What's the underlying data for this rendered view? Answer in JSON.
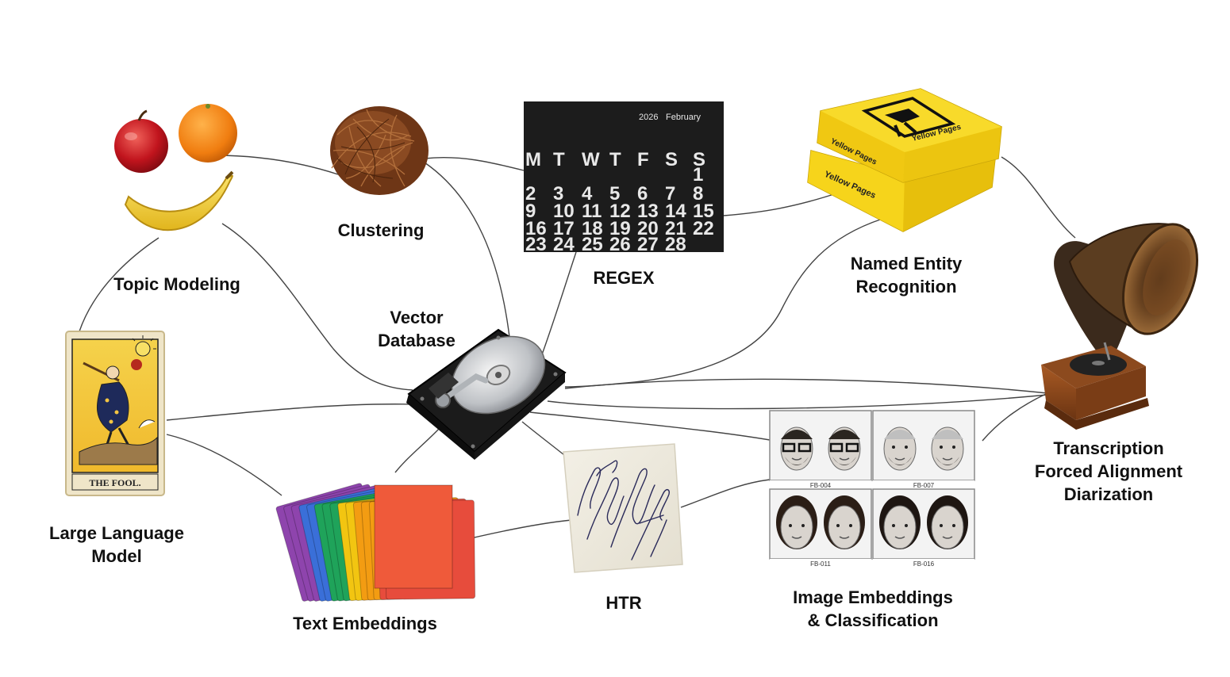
{
  "nodes": {
    "topic_modeling": {
      "label": [
        "Topic Modeling"
      ],
      "icon": "fruit-icon"
    },
    "clustering": {
      "label": [
        "Clustering"
      ],
      "icon": "hay-ball-icon"
    },
    "regex": {
      "label": [
        "REGEX"
      ],
      "icon": "calendar-icon"
    },
    "ner": {
      "label": [
        "Named Entity",
        "Recognition"
      ],
      "icon": "yellow-pages-icon"
    },
    "transcription": {
      "label": [
        "Transcription",
        "Forced Alignment",
        "Diarization"
      ],
      "icon": "gramophone-icon"
    },
    "vector_db": {
      "label": [
        "Vector",
        "Database"
      ],
      "icon": "hard-drive-icon"
    },
    "llm": {
      "label": [
        "Large Language",
        "Model"
      ],
      "icon": "tarot-card-icon"
    },
    "text_embeddings": {
      "label": [
        "Text Embeddings"
      ],
      "icon": "folders-icon"
    },
    "htr": {
      "label": [
        "HTR"
      ],
      "icon": "handwritten-note-icon"
    },
    "image_embeddings": {
      "label": [
        "Image Embeddings",
        "& Classification"
      ],
      "icon": "face-photos-icon"
    }
  },
  "calendar": {
    "year": "2026",
    "month": "February",
    "weekdays": [
      "M",
      "T",
      "W",
      "T",
      "F",
      "S",
      "S"
    ],
    "weeks": [
      [
        "",
        "",
        "",
        "",
        "",
        "",
        "1"
      ],
      [
        "2",
        "3",
        "4",
        "5",
        "6",
        "7",
        "8"
      ],
      [
        "9",
        "10",
        "11",
        "12",
        "13",
        "14",
        "15"
      ],
      [
        "16",
        "17",
        "18",
        "19",
        "20",
        "21",
        "22"
      ],
      [
        "23",
        "24",
        "25",
        "26",
        "27",
        "28",
        ""
      ]
    ]
  },
  "tarot": {
    "caption": "THE FOOL."
  },
  "yellow_pages": {
    "brand": "Yellow Pages"
  },
  "face_codes": [
    "FB-004",
    "FB-007",
    "FB-011",
    "FB-016"
  ],
  "colors": {
    "calendar_bg": "#1c1c1c",
    "yellow_pages": "#f2cc12",
    "line": "#444444",
    "folders": [
      "#8e44ad",
      "#3a6fd8",
      "#1fa35a",
      "#f2c511",
      "#f39c12",
      "#e74c3c"
    ]
  }
}
